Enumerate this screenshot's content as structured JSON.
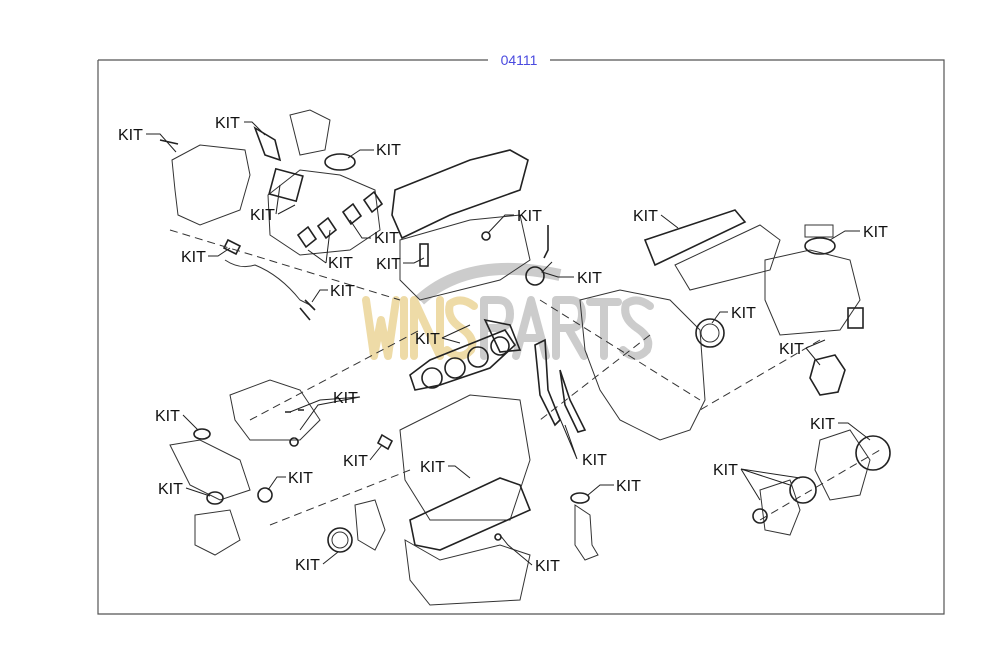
{
  "diagram": {
    "title": "04111",
    "watermark": "WINSPARTS",
    "watermark_parts": [
      "WINS",
      "PARTS"
    ],
    "labels": [
      "KIT",
      "KIT",
      "KIT",
      "KIT",
      "KIT",
      "KIT",
      "KIT",
      "KIT",
      "KIT",
      "KIT",
      "KIT",
      "KIT",
      "KIT",
      "KIT",
      "KIT",
      "KIT",
      "KIT",
      "KIT",
      "KIT",
      "KIT",
      "KIT",
      "KIT",
      "KIT",
      "KIT",
      "KIT",
      "KIT",
      "KIT",
      "KIT"
    ]
  }
}
